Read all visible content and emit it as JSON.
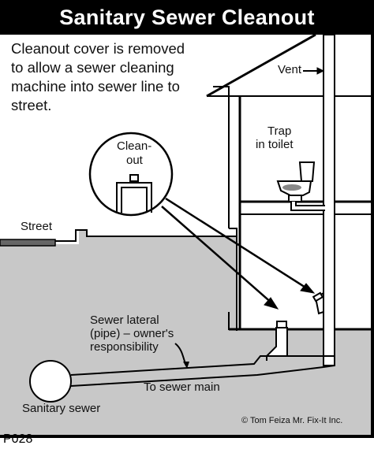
{
  "title": "Sanitary Sewer Cleanout",
  "caption": "Cleanout cover is removed to allow a sewer cleaning machine into sewer line to street.",
  "labels": {
    "vent": "Vent",
    "trap_line1": "Trap",
    "trap_line2": "in toilet",
    "cleanout_line1": "Clean-",
    "cleanout_line2": "out",
    "street": "Street",
    "lateral_line1": "Sewer lateral",
    "lateral_line2": "(pipe) – owner's",
    "lateral_line3": "responsibility",
    "to_main": "To sewer main",
    "sanitary_sewer": "Sanitary sewer",
    "copyright": "© Tom Feiza Mr. Fix-It Inc."
  },
  "figure_code": "P028",
  "colors": {
    "ground": "#c8c8c8",
    "ink": "#000000",
    "title_bg": "#000000",
    "title_fg": "#ffffff"
  }
}
